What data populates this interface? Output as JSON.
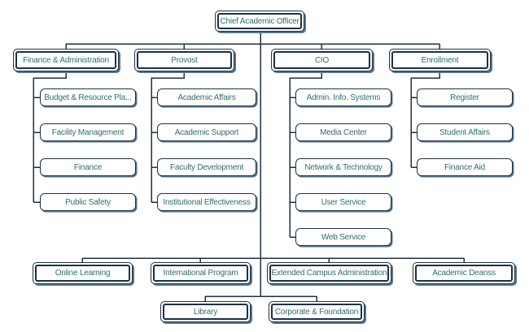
{
  "palette": {
    "border": "#1c3144",
    "shadow": "#557494",
    "text": "#2e6f6f",
    "background": "#ffffff"
  },
  "org": {
    "root": {
      "label": "Chief Academic Officer"
    },
    "branches": [
      {
        "label": "Finance & Administration",
        "children": [
          "Budget & Resource Pla...",
          "Facility Management",
          "Finance",
          "Public Safety"
        ]
      },
      {
        "label": "Provost",
        "children": [
          "Academic Affairs",
          "Academic Support",
          "Faculty Development",
          "Institutional Effectiveness"
        ]
      },
      {
        "label": "CIO",
        "children": [
          "Admin. Info. Systems",
          "Media Center",
          "Network & Technology",
          "User Service",
          "Web Service"
        ]
      },
      {
        "label": "Enrollment",
        "children": [
          "Register",
          "Student Affairs",
          "Finance Aid"
        ]
      }
    ],
    "programs": [
      "Online Learning",
      "International Program",
      "Extended Campus Administration",
      "Academic Deanss"
    ],
    "units": [
      "Library",
      "Corporate & Foundation"
    ]
  }
}
